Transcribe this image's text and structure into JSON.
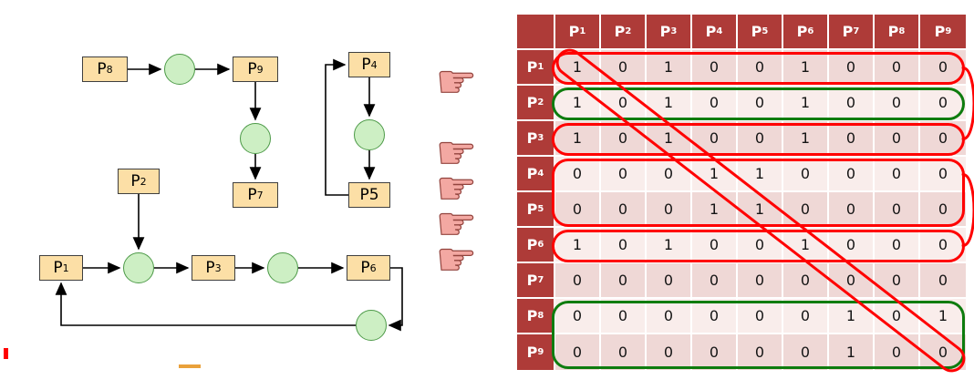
{
  "colors": {
    "header_bg": "#AE3B38",
    "row_odd": "#EFD8D6",
    "row_even": "#F9EDEB",
    "annotation_red": "#FF0000",
    "annotation_green": "#0E7C0E",
    "box_fill": "#FCDFA6",
    "circle_fill": "#CDEFC4"
  },
  "diagram": {
    "boxes": {
      "p1": {
        "base": "P",
        "sub": "1"
      },
      "p2": {
        "base": "P",
        "sub": "2"
      },
      "p3": {
        "base": "P",
        "sub": "3"
      },
      "p4": {
        "base": "P",
        "sub": "4"
      },
      "p5": {
        "base": "P5",
        "sub": ""
      },
      "p6": {
        "base": "P",
        "sub": "6"
      },
      "p7": {
        "base": "P",
        "sub": "7"
      },
      "p8": {
        "base": "P",
        "sub": "8"
      },
      "p9": {
        "base": "P",
        "sub": "9"
      }
    }
  },
  "table": {
    "col_headers": [
      {
        "base": "P",
        "sub": "1"
      },
      {
        "base": "P",
        "sub": "2"
      },
      {
        "base": "P",
        "sub": "3"
      },
      {
        "base": "P",
        "sub": "4"
      },
      {
        "base": "P",
        "sub": "5"
      },
      {
        "base": "P",
        "sub": "6"
      },
      {
        "base": "P",
        "sub": "7"
      },
      {
        "base": "P",
        "sub": "8"
      },
      {
        "base": "P",
        "sub": "9"
      }
    ],
    "rows": [
      {
        "header": {
          "base": "P",
          "sub": "1"
        },
        "values": [
          "1",
          "0",
          "1",
          "0",
          "0",
          "1",
          "0",
          "0",
          "0"
        ]
      },
      {
        "header": {
          "base": "P",
          "sub": "2"
        },
        "values": [
          "1",
          "0",
          "1",
          "0",
          "0",
          "1",
          "0",
          "0",
          "0"
        ]
      },
      {
        "header": {
          "base": "P",
          "sub": "3"
        },
        "values": [
          "1",
          "0",
          "1",
          "0",
          "0",
          "1",
          "0",
          "0",
          "0"
        ]
      },
      {
        "header": {
          "base": "P",
          "sub": "4"
        },
        "values": [
          "0",
          "0",
          "0",
          "1",
          "1",
          "0",
          "0",
          "0",
          "0"
        ]
      },
      {
        "header": {
          "base": "P",
          "sub": "5"
        },
        "values": [
          "0",
          "0",
          "0",
          "1",
          "1",
          "0",
          "0",
          "0",
          "0"
        ]
      },
      {
        "header": {
          "base": "P",
          "sub": "6"
        },
        "values": [
          "1",
          "0",
          "1",
          "0",
          "0",
          "1",
          "0",
          "0",
          "0"
        ]
      },
      {
        "header": {
          "base": "P",
          "sub": "7"
        },
        "values": [
          "0",
          "0",
          "0",
          "0",
          "0",
          "0",
          "0",
          "0",
          "0"
        ]
      },
      {
        "header": {
          "base": "P",
          "sub": "8"
        },
        "values": [
          "0",
          "0",
          "0",
          "0",
          "0",
          "0",
          "1",
          "0",
          "1"
        ]
      },
      {
        "header": {
          "base": "P",
          "sub": "9"
        },
        "values": [
          "0",
          "0",
          "0",
          "0",
          "0",
          "0",
          "1",
          "0",
          "0"
        ]
      }
    ]
  },
  "hands": {
    "glyph": "☛",
    "rows": [
      1,
      3,
      4,
      5,
      6
    ]
  },
  "annotations": {
    "row_outlines": [
      {
        "start": 1,
        "end": 1,
        "color": "red"
      },
      {
        "start": 2,
        "end": 2,
        "color": "green"
      },
      {
        "start": 3,
        "end": 3,
        "color": "red"
      },
      {
        "start": 4,
        "end": 5,
        "color": "red"
      },
      {
        "start": 6,
        "end": 6,
        "color": "red"
      },
      {
        "start": 8,
        "end": 9,
        "color": "green"
      }
    ],
    "diagonal": true,
    "braces": [
      {
        "from": 1,
        "to": 3
      },
      {
        "from": 4,
        "to": 6
      }
    ]
  }
}
